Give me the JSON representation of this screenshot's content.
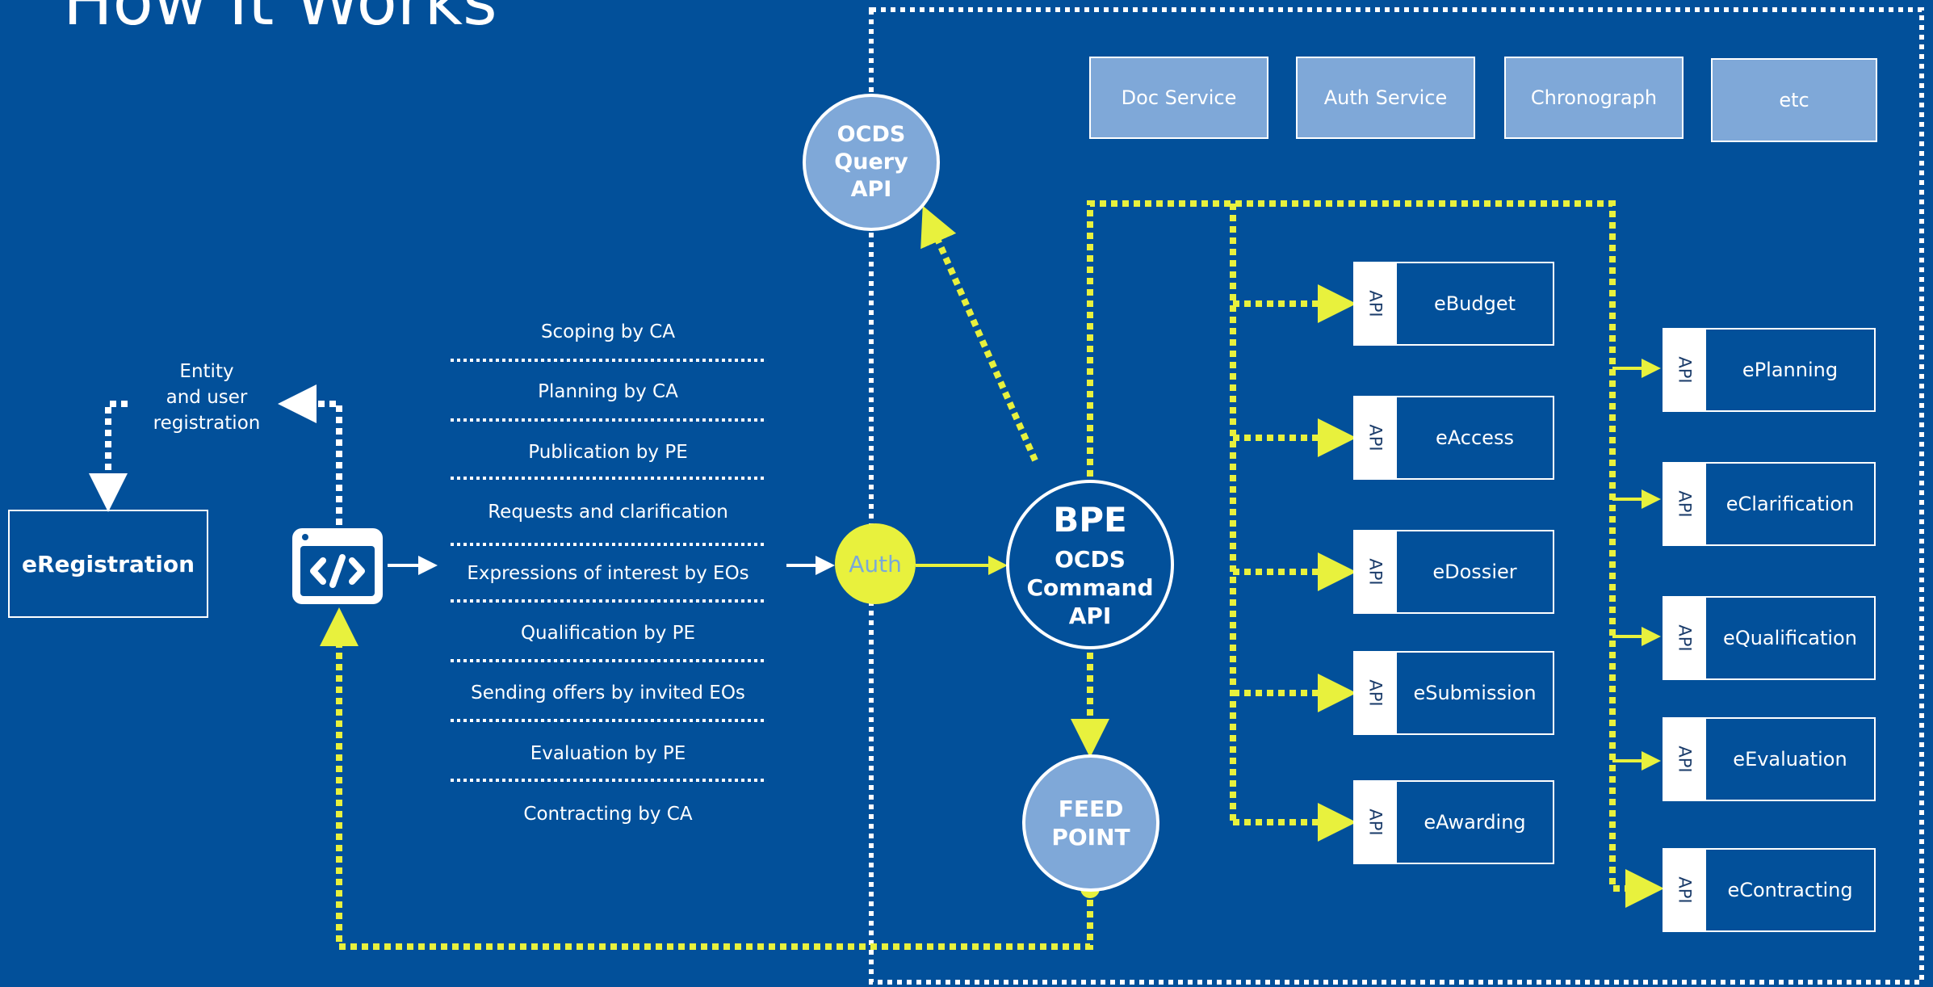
{
  "title": "How It Works",
  "services": [
    "Doc Service",
    "Auth Service",
    "Chronograph",
    "etc"
  ],
  "query_api": [
    "OCDS",
    "Query",
    "API"
  ],
  "bpe": {
    "title": "BPE",
    "lines": [
      "OCDS",
      "Command",
      "API"
    ]
  },
  "feed_point": [
    "FEED",
    "POINT"
  ],
  "auth_label": "Auth",
  "api_tag": "API",
  "modules_left": [
    "eBudget",
    "eAccess",
    "eDossier",
    "eSubmission",
    "eAwarding"
  ],
  "modules_right": [
    "ePlanning",
    "eClarification",
    "eQualification",
    "eEvaluation",
    "eContracting"
  ],
  "steps": [
    "Scoping by CA",
    "Planning by CA",
    "Publication by PE",
    "Requests and clarification",
    "Expressions of interest by EOs",
    "Qualification by PE",
    "Sending offers by invited EOs",
    "Evaluation by PE",
    "Contracting by CA"
  ],
  "eregistration": "eRegistration",
  "entity_reg": [
    "Entity",
    "and user",
    "registration"
  ],
  "colors": {
    "background": "#02509a",
    "accent": "#e8f13d",
    "box": "#7fa8d8",
    "text": "#ffffff"
  },
  "icons": {
    "app": "code-window-icon"
  }
}
